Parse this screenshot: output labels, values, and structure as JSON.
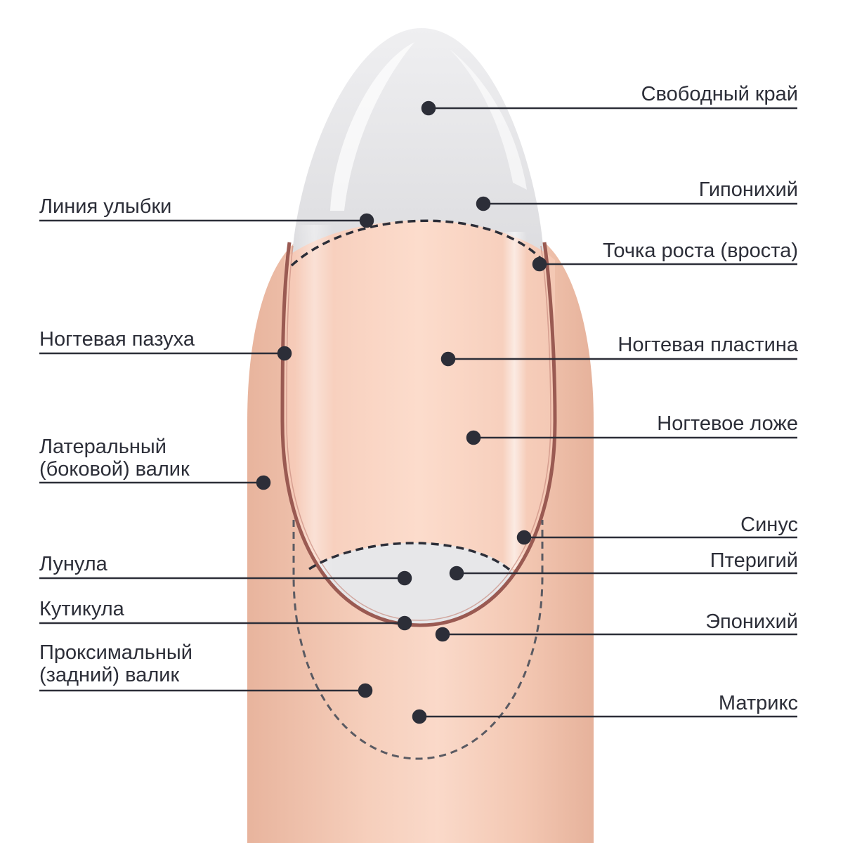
{
  "labels_right": [
    {
      "id": "free-edge",
      "text": "Свободный край"
    },
    {
      "id": "hyponychium",
      "text": "Гипонихий"
    },
    {
      "id": "growth-point",
      "text": "Точка роста (вроста)"
    },
    {
      "id": "nail-plate",
      "text": "Ногтевая пластина"
    },
    {
      "id": "nail-bed",
      "text": "Ногтевое ложе"
    },
    {
      "id": "sinus",
      "text": "Синус"
    },
    {
      "id": "pterygium",
      "text": "Птеригий"
    },
    {
      "id": "eponychium",
      "text": "Эпонихий"
    },
    {
      "id": "matrix",
      "text": "Матрикс"
    }
  ],
  "labels_left": [
    {
      "id": "smile-line",
      "lines": [
        "Линия улыбки"
      ]
    },
    {
      "id": "nail-groove",
      "lines": [
        "Ногтевая пазуха"
      ]
    },
    {
      "id": "lateral-fold",
      "lines": [
        "Латеральный",
        "(боковой) валик"
      ]
    },
    {
      "id": "lunula",
      "lines": [
        "Лунула"
      ]
    },
    {
      "id": "cuticle",
      "lines": [
        "Кутикула"
      ]
    },
    {
      "id": "proximal-fold",
      "lines": [
        "Проксимальный",
        "(задний) валик"
      ]
    }
  ],
  "colors": {
    "skin_edge": "#e9b9a3",
    "skin_center": "#f9d8c8",
    "nail_plate": "#fbd9c8",
    "free_edge": "#e6e6e8",
    "lunula": "#e6e6e8",
    "nail_outline": "#9a5a52",
    "leader": "#2c2e38",
    "dash": "#2c2e38"
  }
}
